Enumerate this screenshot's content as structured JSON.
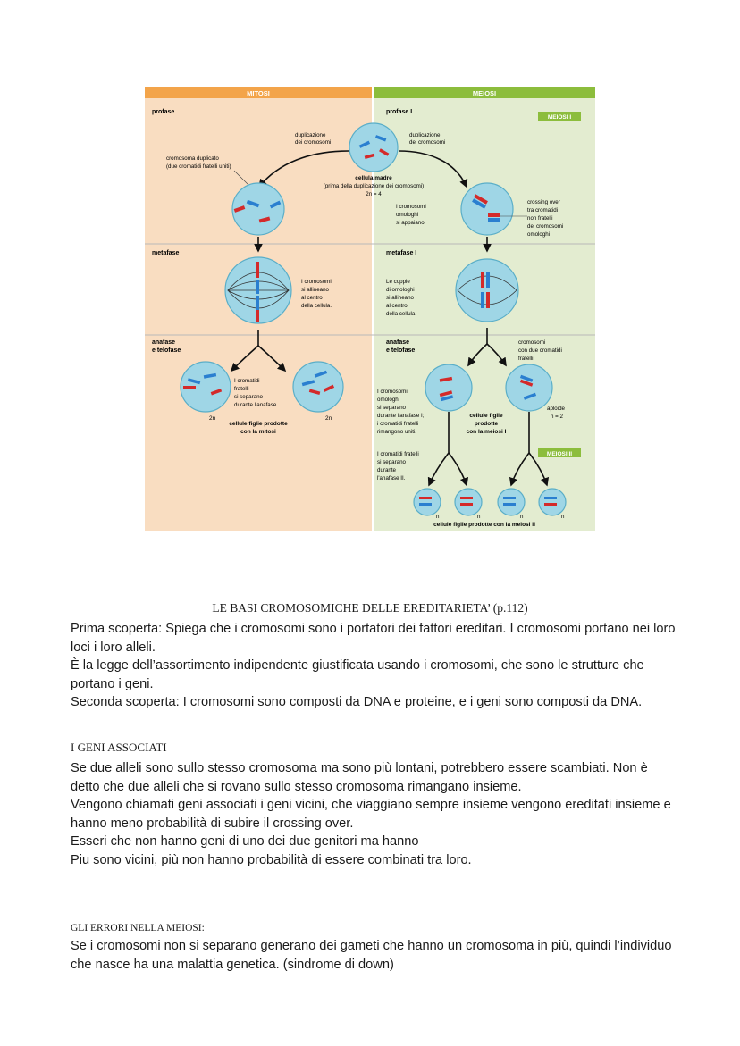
{
  "figure": {
    "mitosi_header": "MITOSI",
    "meiosi_header": "MEIOSI",
    "colors": {
      "mitosi_bg": "#f9ddc1",
      "meiosi_bg": "#e3ecd0",
      "mitosi_band": "#f3a44a",
      "meiosi_band": "#8cbd3c",
      "cell": "#9fd6e6",
      "red": "#d42a2a",
      "blue": "#2a7fd0"
    },
    "left": {
      "profase": "profase",
      "metafase": "metafase",
      "anafase_1": "anafase",
      "anafase_2": "e telofase",
      "cromosoma_dup_1": "cromosoma duplicato",
      "cromosoma_dup_2": "(due cromatidi fratelli uniti)",
      "dup_1": "duplicazione",
      "dup_2": "dei cromosomi",
      "allineano_1": "I cromosomi",
      "allineano_2": "si allineano",
      "allineano_3": "al centro",
      "allineano_4": "della cellula.",
      "separano_1": "I cromatidi",
      "separano_2": "fratelli",
      "separano_3": "si separano",
      "separano_4": "durante l'anafase.",
      "figlie_1": "cellule figlie prodotte",
      "figlie_2": "con la mitosi",
      "two_n_a": "2n",
      "two_n_b": "2n"
    },
    "center": {
      "madre_1": "cellula madre",
      "madre_2": "(prima della duplicazione dei cromosomi)",
      "madre_3": "2n = 4"
    },
    "right": {
      "profase": "profase I",
      "meiosi1_badge": "MEIOSI I",
      "meiosi2_badge": "MEIOSI II",
      "metafase": "metafase I",
      "anafase_1": "anafase",
      "anafase_2": "e telofase",
      "dup_1": "duplicazione",
      "dup_2": "dei cromosomi",
      "omologhi_1": "I cromosomi",
      "omologhi_2": "omologhi",
      "omologhi_3": "si appaiano.",
      "crossing_1": "crossing over",
      "crossing_2": "tra cromatidi",
      "crossing_3": "non fratelli",
      "crossing_4": "dei cromosomi",
      "crossing_5": "omologhi",
      "coppie_1": "Le coppie",
      "coppie_2": "di omologhi",
      "coppie_3": "si allineano",
      "coppie_4": "al centro",
      "coppie_5": "della cellula.",
      "duecrom_1": "cromosomi",
      "duecrom_2": "con due cromatidi",
      "duecrom_3": "fratelli",
      "omsep_1": "I cromosomi",
      "omsep_2": "omologhi",
      "omsep_3": "si separano",
      "omsep_4": "durante l'anafase I;",
      "omsep_5": "i cromatidi fratelli",
      "omsep_6": "rimangono uniti.",
      "figlieI_1": "cellule figlie",
      "figlieI_2": "prodotte",
      "figlieI_3": "con la meiosi I",
      "aploide_1": "aploide",
      "aploide_2": "n = 2",
      "cromsep_1": "I cromatidi fratelli",
      "cromsep_2": "si separano",
      "cromsep_3": "durante",
      "cromsep_4": "l'anafase II.",
      "n1": "n",
      "n2": "n",
      "n3": "n",
      "n4": "n",
      "figlieII": "cellule figlie prodotte con la meiosi II"
    }
  },
  "doc": {
    "title": "LE BASI CROMOSOMICHE DELLE EREDITARIETA’ (p.112)",
    "sec1": [
      "Prima scoperta: Spiega che i cromosomi sono i portatori dei fattori ereditari. I cromosomi portano nei loro loci i loro alleli.",
      "È la legge dell’assortimento indipendente giustificata usando i cromosomi, che sono le strutture che portano i geni.",
      "Seconda scoperta: I cromosomi sono composti da DNA e proteine, e i geni sono composti da DNA."
    ],
    "heading2": "I GENI ASSOCIATI",
    "sec2": [
      "Se due alleli sono sullo stesso cromosoma ma sono più lontani, potrebbero essere scambiati. Non è detto che due alleli che si rovano sullo stesso cromosoma rimangano insieme.",
      "Vengono chiamati geni associati i geni vicini, che viaggiano sempre insieme vengono ereditati insieme e hanno meno probabilità di subire il crossing over.",
      "Esseri che non hanno geni di uno dei due genitori ma hanno",
      "Piu sono vicini, più non hanno probabilità di essere combinati tra loro."
    ],
    "heading3": "GLI ERRORI NELLA MEIOSI:",
    "sec3": [
      "Se i cromosomi non si separano generano dei gameti che hanno un cromosoma in più, quindi l’individuo che nasce ha una malattia genetica. (sindrome di down)"
    ]
  }
}
